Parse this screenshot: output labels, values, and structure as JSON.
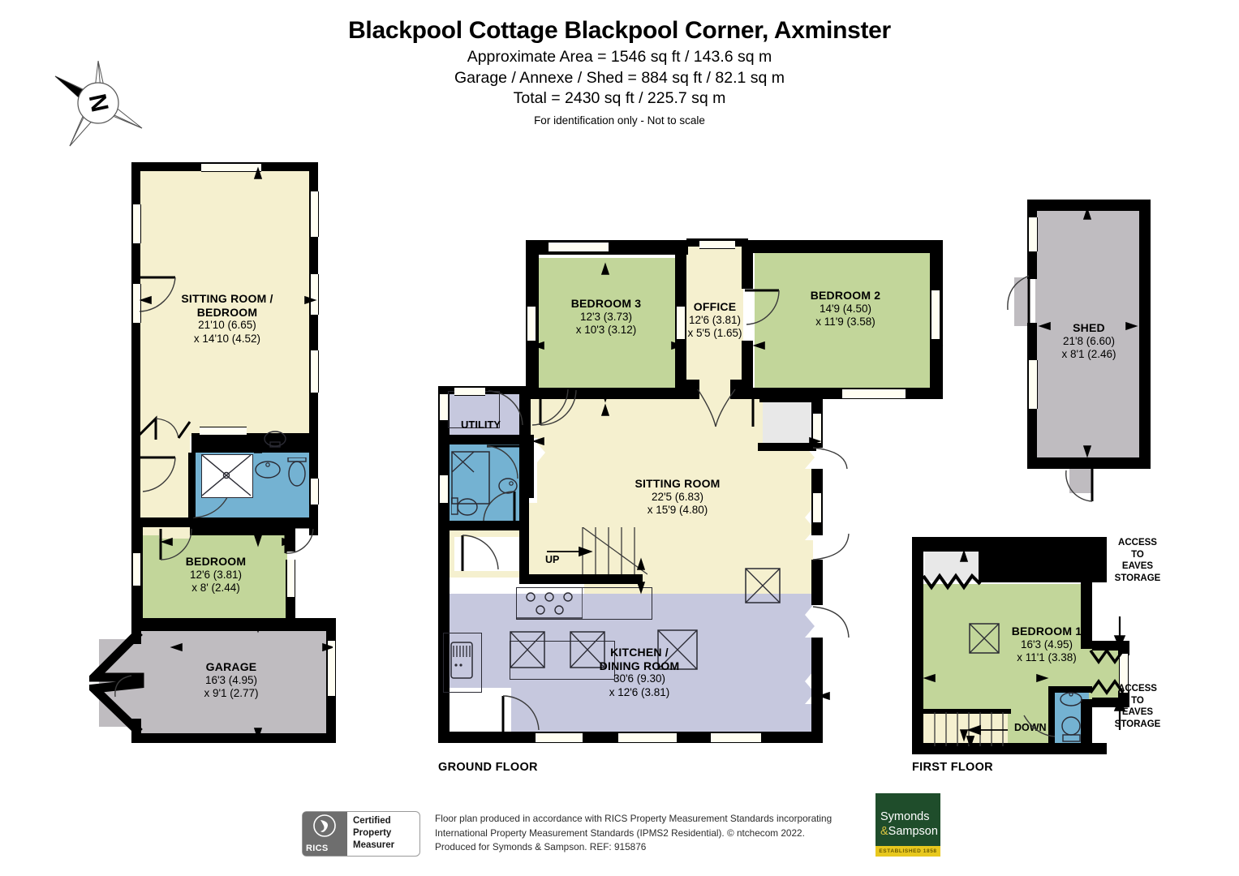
{
  "header": {
    "title": "Blackpool Cottage Blackpool Corner, Axminster",
    "area_line_1": "Approximate Area = 1546 sq ft / 143.6 sq m",
    "area_line_2": "Garage / Annexe / Shed = 884 sq ft / 82.1 sq m",
    "area_line_3": "Total = 2430 sq ft / 225.7 sq m",
    "identification_note": "For identification only - Not to scale"
  },
  "compass": {
    "label": "N",
    "name": "north-arrow"
  },
  "floor_labels": {
    "ground": "GROUND FLOOR",
    "first": "FIRST FLOOR"
  },
  "rooms": {
    "sitting_room_bedroom": {
      "name_line_1": "SITTING ROOM /",
      "name_line_2": "BEDROOM",
      "dim_1": "21'10 (6.65)",
      "dim_2": "x 14'10 (4.52)"
    },
    "annexe_bedroom": {
      "name": "BEDROOM",
      "dim_1": "12'6 (3.81)",
      "dim_2": "x 8' (2.44)"
    },
    "garage": {
      "name": "GARAGE",
      "dim_1": "16'3 (4.95)",
      "dim_2": "x 9'1 (2.77)"
    },
    "bedroom_3": {
      "name": "BEDROOM 3",
      "dim_1": "12'3 (3.73)",
      "dim_2": "x 10'3 (3.12)"
    },
    "office": {
      "name": "OFFICE",
      "dim_1": "12'6 (3.81)",
      "dim_2": "x 5'5 (1.65)"
    },
    "bedroom_2": {
      "name": "BEDROOM 2",
      "dim_1": "14'9 (4.50)",
      "dim_2": "x 11'9 (3.58)"
    },
    "sitting_room": {
      "name": "SITTING ROOM",
      "dim_1": "22'5 (6.83)",
      "dim_2": "x 15'9 (4.80)"
    },
    "kitchen_dining": {
      "name_line_1": "KITCHEN /",
      "name_line_2": "DINING ROOM",
      "dim_1": "30'6 (9.30)",
      "dim_2": "x 12'6 (3.81)"
    },
    "utility": {
      "name": "UTILITY"
    },
    "shed": {
      "name": "SHED",
      "dim_1": "21'8 (6.60)",
      "dim_2": "x 8'1 (2.46)"
    },
    "bedroom_1": {
      "name": "BEDROOM 1",
      "dim_1": "16'3 (4.95)",
      "dim_2": "x 11'1 (3.38)"
    }
  },
  "annotations": {
    "stairs_up": "UP",
    "stairs_down": "DOWN",
    "eaves_top": "ACCESS\nTO\nEAVES\nSTORAGE",
    "eaves_bottom": "ACCESS\nTO\nEAVES\nSTORAGE",
    "eaves_top_l1": "ACCESS",
    "eaves_top_l2": "TO",
    "eaves_top_l3": "EAVES",
    "eaves_top_l4": "STORAGE",
    "eaves_bot_l1": "ACCESS",
    "eaves_bot_l2": "TO",
    "eaves_bot_l3": "EAVES",
    "eaves_bot_l4": "STORAGE"
  },
  "footer": {
    "rics_word": "RICS",
    "rics_line_1": "Certified",
    "rics_line_2": "Property",
    "rics_line_3": "Measurer",
    "text_line_1": "Floor plan produced in accordance with RICS Property Measurement Standards incorporating",
    "text_line_2": "International Property Measurement Standards (IPMS2 Residential).    © ntchecom 2022.",
    "text_line_3": "Produced for Symonds & Sampson.    REF: 915876",
    "logo_line_1": "Symonds",
    "logo_amp": "&",
    "logo_line_2": "Sampson",
    "logo_established": "ESTABLISHED 1858"
  },
  "colors": {
    "cream": "#f5f0cf",
    "green": "#c2d69a",
    "blue": "#74b2d2",
    "grey": "#bfbcc0",
    "lavender": "#c6c8de",
    "light_grey": "#e8e8e8",
    "wall": "#000000",
    "brand_green": "#1f4d2b",
    "brand_yellow": "#e8c81e"
  }
}
